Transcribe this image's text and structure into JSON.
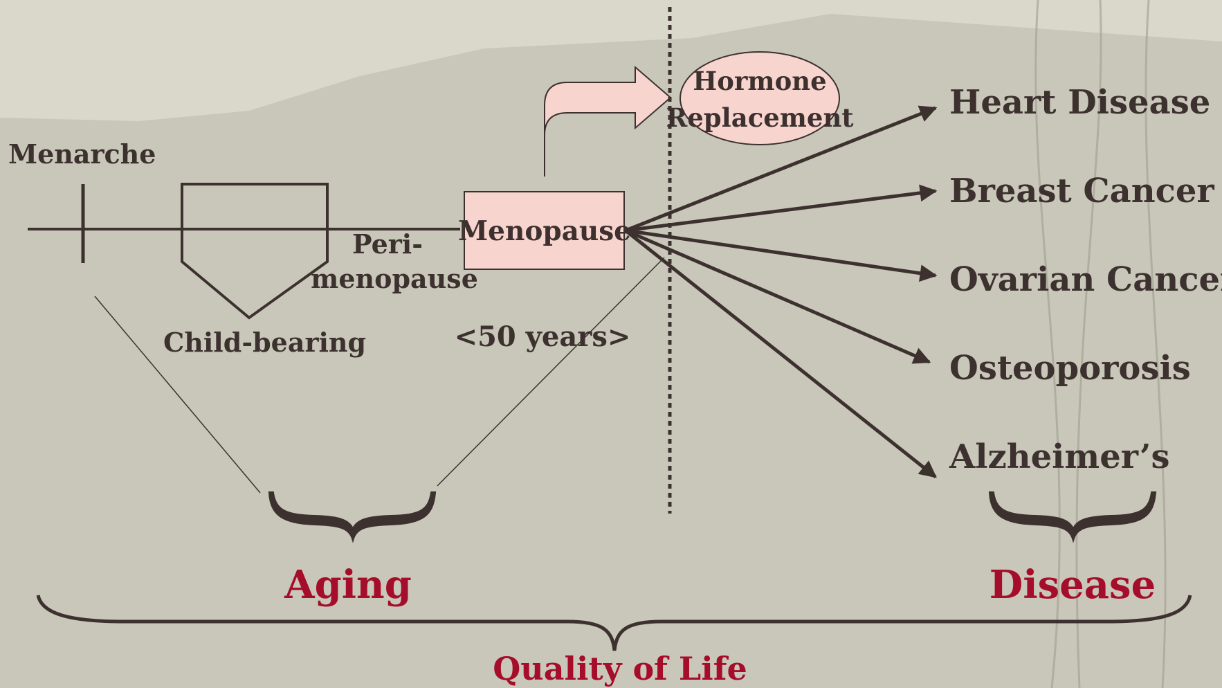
{
  "diagram": {
    "timeline": {
      "menarche": "Menarche",
      "child_bearing": "Child-bearing",
      "perimenopause_line1": "Peri-",
      "perimenopause_line2": "menopause",
      "menopause": "Menopause",
      "age": "<50 years>"
    },
    "intervention": {
      "line1": "Hormone",
      "line2": "Replacement"
    },
    "diseases": [
      "Heart Disease",
      "Breast Cancer",
      "Ovarian Cancer",
      "Osteoporosis",
      "Alzheimer’s"
    ],
    "groups": {
      "aging": "Aging",
      "disease": "Disease",
      "quality_of_life": "Quality of Life"
    },
    "colors": {
      "text_dark": "#3d3130",
      "text_red": "#a50d2a",
      "box_fill": "#f8d4cf",
      "background": "#cfcdc0"
    }
  }
}
